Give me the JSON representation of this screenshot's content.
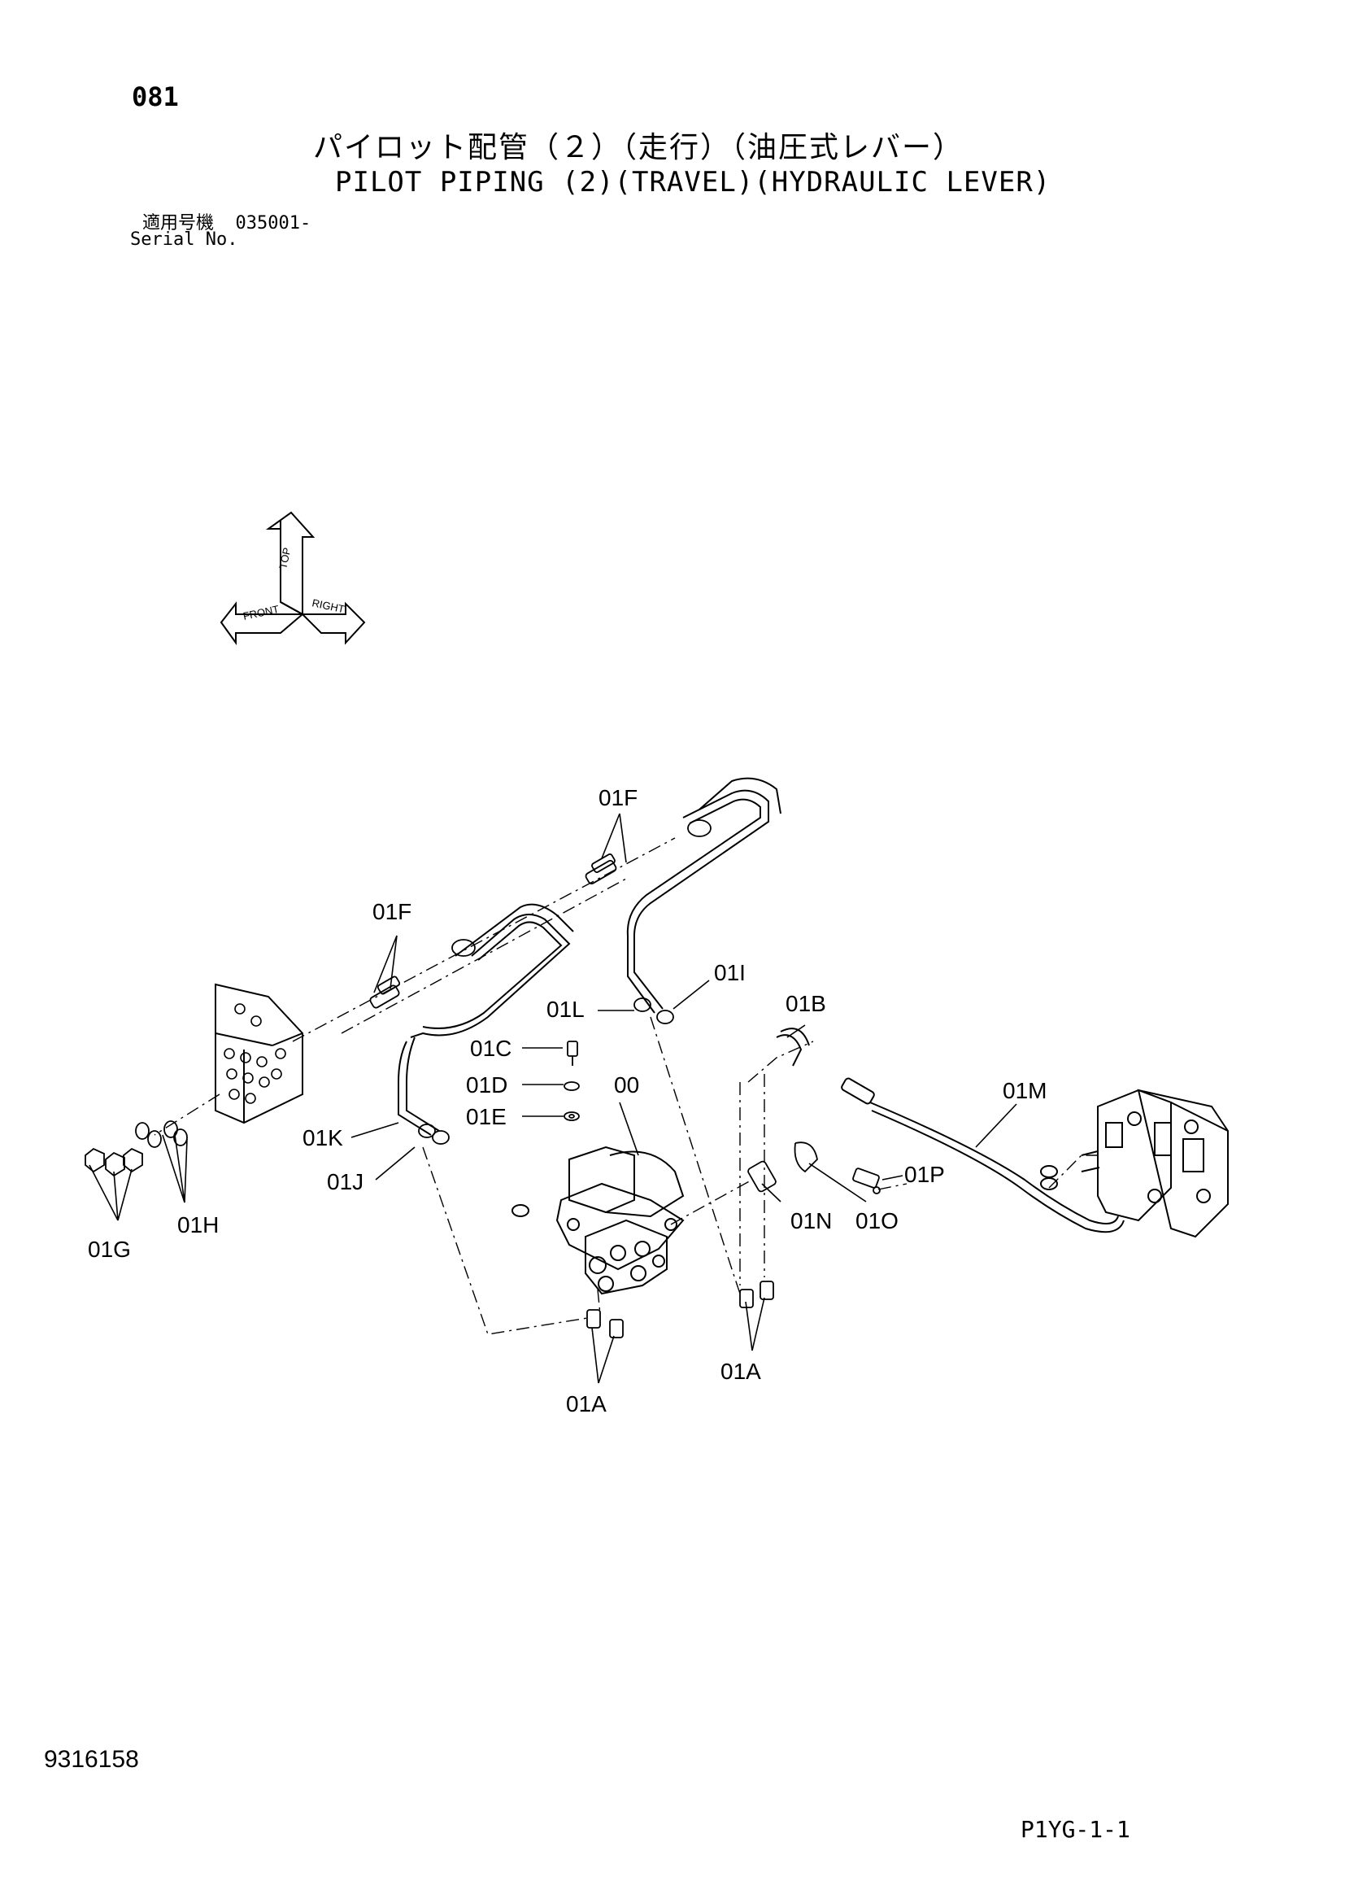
{
  "header": {
    "page_number": "081",
    "title_jp": "パイロット配管（２）（走行）（油圧式レバー）",
    "title_en": "PILOT PIPING (2)(TRAVEL)(HYDRAULIC LEVER)",
    "serial_label_jp": "適用号機",
    "serial_value": "035001-",
    "serial_label_en": "Serial No."
  },
  "orientation": {
    "top": "TOP",
    "front": "FRONT",
    "right": "RIGHT"
  },
  "callouts": {
    "f_upper": "01F",
    "f_lower": "01F",
    "i": "01I",
    "l": "01L",
    "b": "01B",
    "c": "01C",
    "d": "01D",
    "main": "00",
    "e": "01E",
    "m": "01M",
    "k": "01K",
    "j": "01J",
    "p": "01P",
    "h": "01H",
    "g": "01G",
    "n": "01N",
    "o": "01O",
    "a_right": "01A",
    "a_bottom": "01A"
  },
  "footer": {
    "doc_number": "9316158",
    "sheet_code": "P1YG-1-1"
  }
}
